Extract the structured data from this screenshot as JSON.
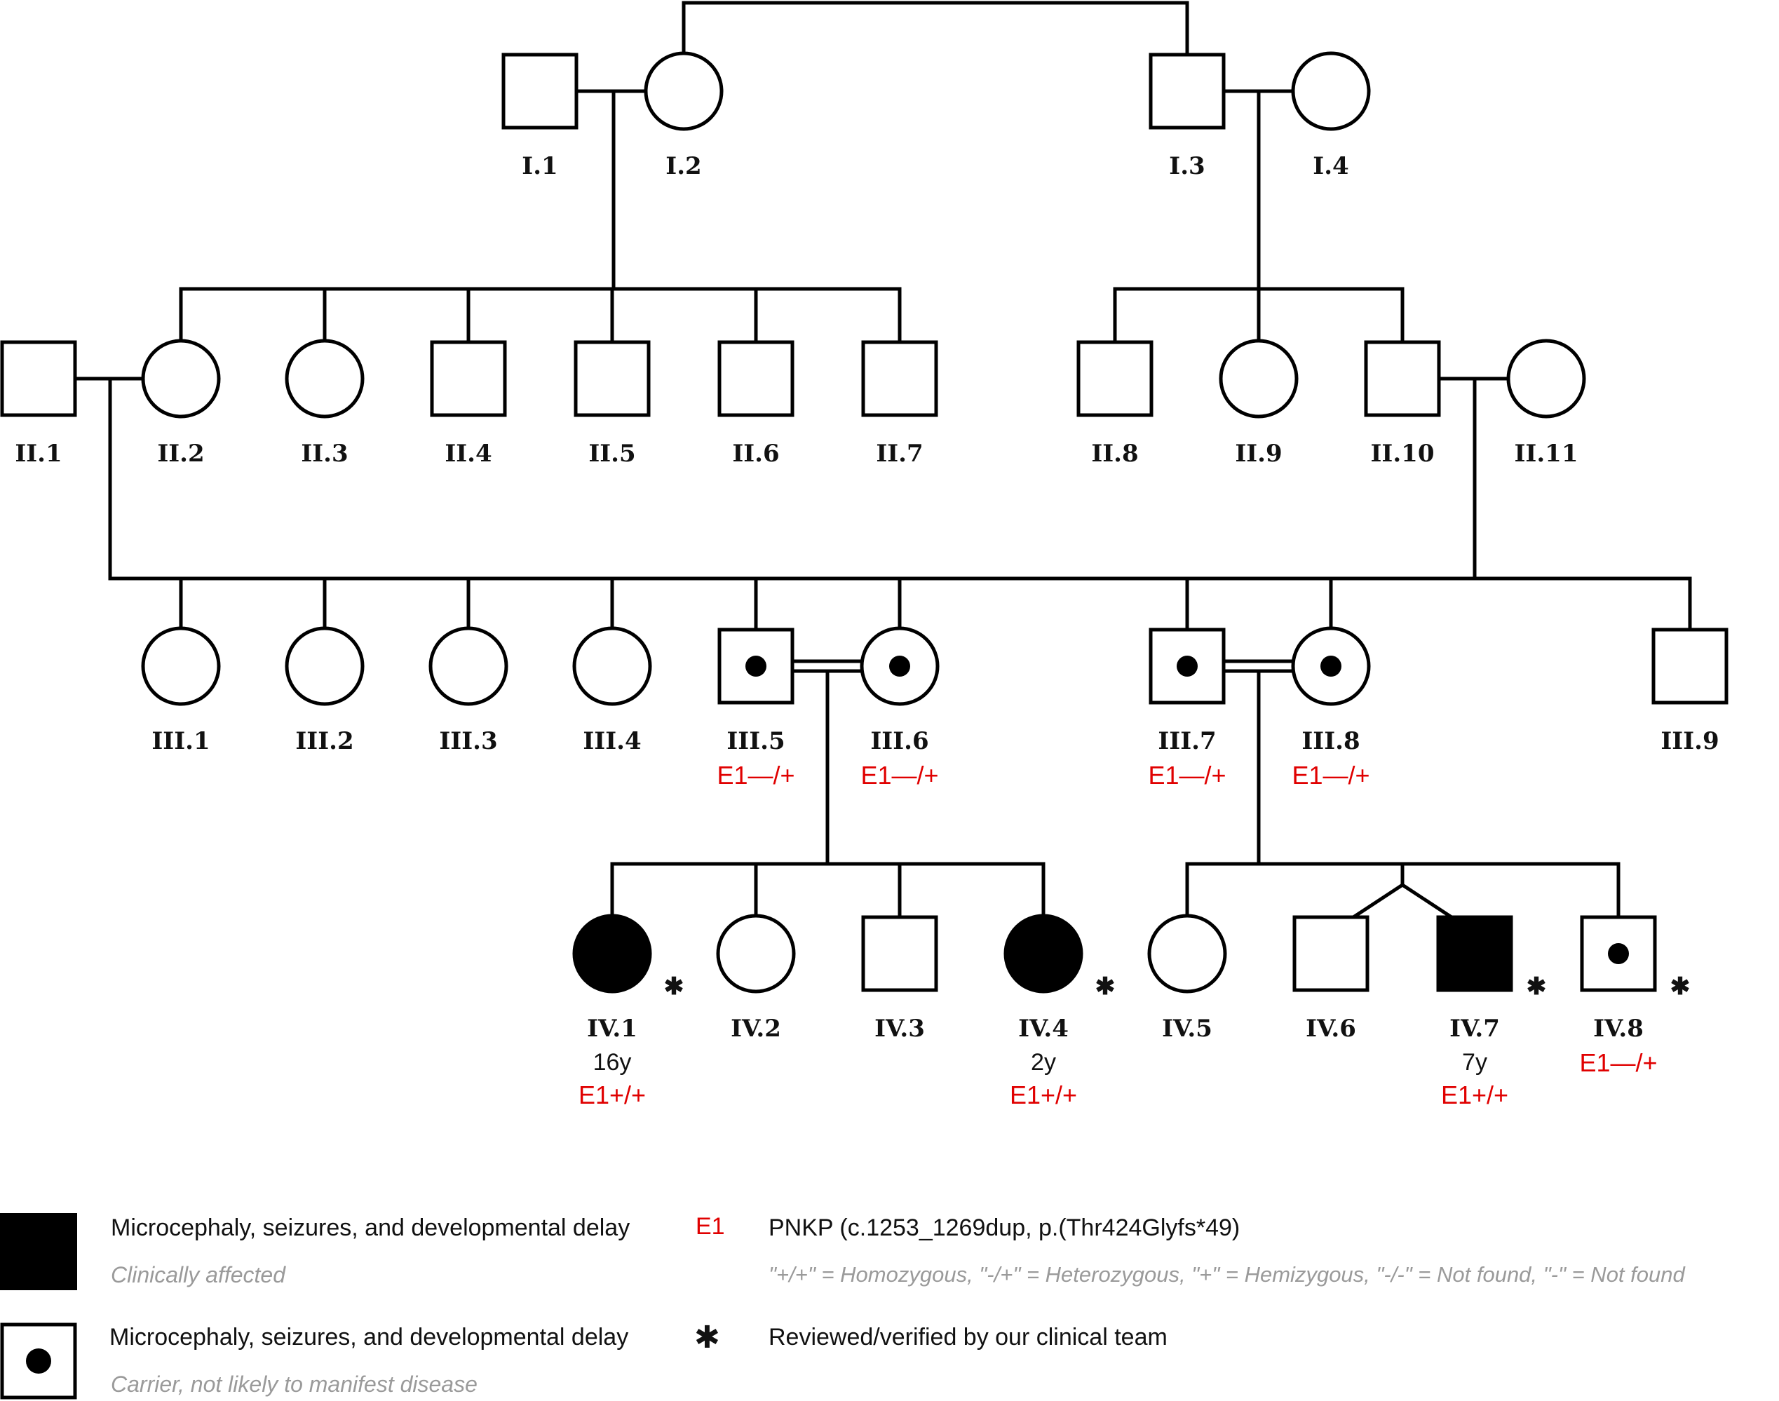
{
  "pedigree": {
    "individuals": [
      {
        "id": "I.1",
        "label": "I.1",
        "sex": "male",
        "status": "unaffected"
      },
      {
        "id": "I.2",
        "label": "I.2",
        "sex": "female",
        "status": "unaffected"
      },
      {
        "id": "I.3",
        "label": "I.3",
        "sex": "male",
        "status": "unaffected"
      },
      {
        "id": "I.4",
        "label": "I.4",
        "sex": "female",
        "status": "unaffected"
      },
      {
        "id": "II.1",
        "label": "II.1",
        "sex": "male",
        "status": "unaffected"
      },
      {
        "id": "II.2",
        "label": "II.2",
        "sex": "female",
        "status": "unaffected"
      },
      {
        "id": "II.3",
        "label": "II.3",
        "sex": "female",
        "status": "unaffected"
      },
      {
        "id": "II.4",
        "label": "II.4",
        "sex": "male",
        "status": "unaffected"
      },
      {
        "id": "II.5",
        "label": "II.5",
        "sex": "male",
        "status": "unaffected"
      },
      {
        "id": "II.6",
        "label": "II.6",
        "sex": "male",
        "status": "unaffected"
      },
      {
        "id": "II.7",
        "label": "II.7",
        "sex": "male",
        "status": "unaffected"
      },
      {
        "id": "II.8",
        "label": "II.8",
        "sex": "male",
        "status": "unaffected"
      },
      {
        "id": "II.9",
        "label": "II.9",
        "sex": "female",
        "status": "unaffected"
      },
      {
        "id": "II.10",
        "label": "II.10",
        "sex": "male",
        "status": "unaffected"
      },
      {
        "id": "II.11",
        "label": "II.11",
        "sex": "female",
        "status": "unaffected"
      },
      {
        "id": "III.1",
        "label": "III.1",
        "sex": "female",
        "status": "unaffected"
      },
      {
        "id": "III.2",
        "label": "III.2",
        "sex": "female",
        "status": "unaffected"
      },
      {
        "id": "III.3",
        "label": "III.3",
        "sex": "female",
        "status": "unaffected"
      },
      {
        "id": "III.4",
        "label": "III.4",
        "sex": "female",
        "status": "unaffected"
      },
      {
        "id": "III.5",
        "label": "III.5",
        "sex": "male",
        "status": "carrier",
        "genotype": "E1—/+"
      },
      {
        "id": "III.6",
        "label": "III.6",
        "sex": "female",
        "status": "carrier",
        "genotype": "E1—/+"
      },
      {
        "id": "III.7",
        "label": "III.7",
        "sex": "male",
        "status": "carrier",
        "genotype": "E1—/+"
      },
      {
        "id": "III.8",
        "label": "III.8",
        "sex": "female",
        "status": "carrier",
        "genotype": "E1—/+"
      },
      {
        "id": "III.9",
        "label": "III.9",
        "sex": "male",
        "status": "unaffected"
      },
      {
        "id": "IV.1",
        "label": "IV.1",
        "sex": "female",
        "status": "affected",
        "age": "16y",
        "genotype": "E1+/+",
        "verified": true
      },
      {
        "id": "IV.2",
        "label": "IV.2",
        "sex": "female",
        "status": "unaffected"
      },
      {
        "id": "IV.3",
        "label": "IV.3",
        "sex": "male",
        "status": "unaffected"
      },
      {
        "id": "IV.4",
        "label": "IV.4",
        "sex": "female",
        "status": "affected",
        "age": "2y",
        "genotype": "E1+/+",
        "verified": true
      },
      {
        "id": "IV.5",
        "label": "IV.5",
        "sex": "female",
        "status": "unaffected"
      },
      {
        "id": "IV.6",
        "label": "IV.6",
        "sex": "male",
        "status": "unaffected"
      },
      {
        "id": "IV.7",
        "label": "IV.7",
        "sex": "male",
        "status": "affected",
        "age": "7y",
        "genotype": "E1+/+",
        "verified": true
      },
      {
        "id": "IV.8",
        "label": "IV.8",
        "sex": "male",
        "status": "carrier",
        "genotype": "E1—/+",
        "verified": true
      }
    ],
    "unions": [
      {
        "partners": [
          "I.1",
          "I.2"
        ],
        "consanguineous": false,
        "children": [
          "II.2",
          "II.3",
          "II.4",
          "II.5",
          "II.6",
          "II.7"
        ]
      },
      {
        "partners": [
          "I.3",
          "I.4"
        ],
        "consanguineous": false,
        "children": [
          "II.8",
          "II.9",
          "II.10"
        ]
      },
      {
        "partners": [
          "II.1",
          "II.2"
        ],
        "consanguineous": false,
        "children": [
          "III.1",
          "III.2",
          "III.3",
          "III.4",
          "III.5",
          "III.6",
          "III.7",
          "III.8",
          "III.9"
        ]
      },
      {
        "partners": [
          "II.10",
          "II.11"
        ],
        "consanguineous": false,
        "children": [
          "III.1",
          "III.2",
          "III.3",
          "III.4",
          "III.5",
          "III.6",
          "III.7",
          "III.8",
          "III.9"
        ]
      },
      {
        "partners": [
          "III.5",
          "III.6"
        ],
        "consanguineous": true,
        "children": [
          "IV.1",
          "IV.2",
          "IV.3",
          "IV.4"
        ]
      },
      {
        "partners": [
          "III.7",
          "III.8"
        ],
        "consanguineous": true,
        "children": [
          "IV.5",
          "IV.6",
          "IV.7",
          "IV.8"
        ],
        "twins": [
          "IV.6",
          "IV.7"
        ]
      }
    ]
  },
  "legend": {
    "affected_title": "Microcephaly, seizures, and developmental delay",
    "affected_subtitle": "Clinically affected",
    "carrier_title": "Microcephaly, seizures, and developmental delay",
    "carrier_subtitle": "Carrier, not likely to manifest disease",
    "e1_key": "E1",
    "e1_variant": "PNKP (c.1253_1269dup, p.(Thr424Glyfs*49)",
    "genotype_notation": "\"+/+\" = Homozygous, \"-/+\" = Heterozygous, \"+\" = Hemizygous, \"-/-\" = Not found, \"-\" = Not found",
    "asterisk_symbol": "✱",
    "asterisk_meaning": "Reviewed/verified by our clinical team"
  },
  "colors": {
    "line": "#000000",
    "genotype_text": "#e00000",
    "subtitle_text": "#9a9a9a"
  }
}
